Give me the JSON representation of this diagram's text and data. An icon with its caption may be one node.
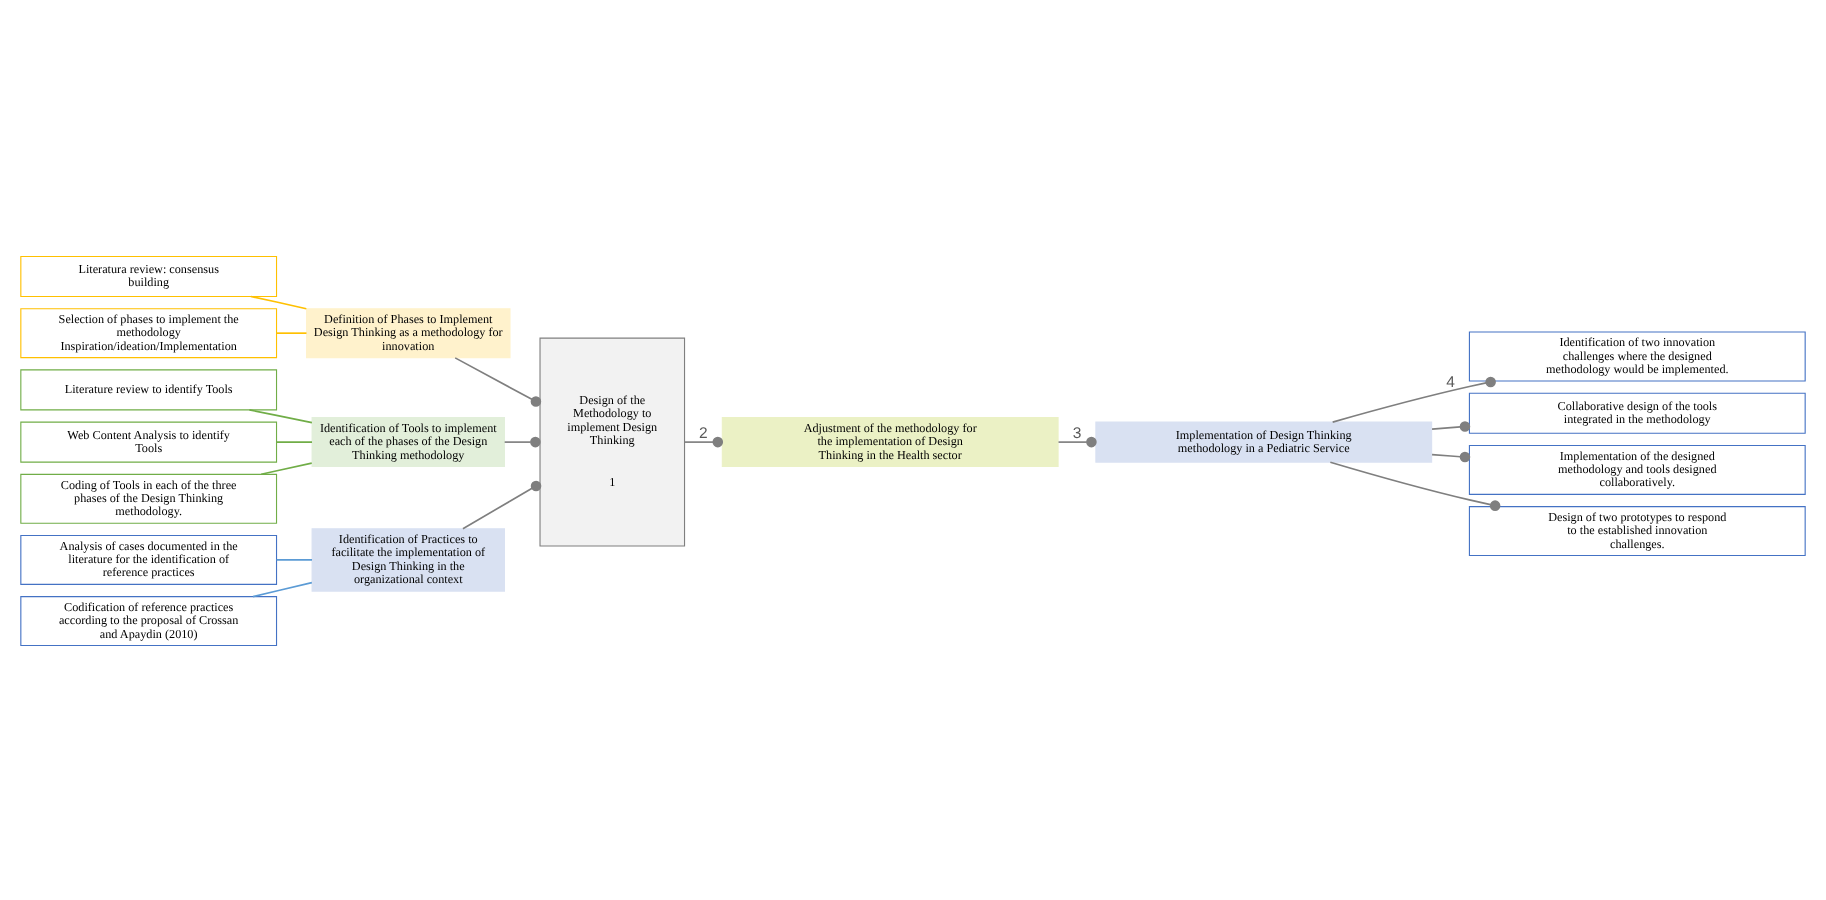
{
  "diagram": {
    "nodes": [
      {
        "text": [
          "Design of the Methodology to implement Design Thinking",
          "1"
        ]
      },
      {
        "text": [
          "Literatura review: consensus building"
        ]
      },
      {
        "text": [
          "Selection of phases to implement the methodology Inspiration/ideation/Implementation"
        ]
      },
      {
        "text": [
          "Definition of Phases to Implement Design Thinking as a methodology for innovation"
        ]
      },
      {
        "text": [
          "Literature review to identify Tools"
        ]
      },
      {
        "text": [
          "Web Content Analysis to identify Tools"
        ]
      },
      {
        "text": [
          "Coding of Tools in each of the three phases of the Design Thinking methodology."
        ]
      },
      {
        "text": [
          "Identification of Tools to implement each of the phases of the Design Thinking methodology"
        ]
      },
      {
        "text": [
          "Analysis of cases documented in the literature for the identification of reference practices"
        ]
      },
      {
        "text": [
          "Codification of reference practices according to the proposal of Crossan and Apaydin (2010)"
        ]
      },
      {
        "text": [
          "Identification of Practices to facilitate the implementation of Design Thinking in the organizational context"
        ]
      },
      {
        "text": [
          "Adjustment of the methodology for the implementation of Design Thinking in the Health sector"
        ]
      },
      {
        "text": [
          "Implementation of Design Thinking methodology in a Pediatric Service"
        ]
      },
      {
        "text": [
          "Identification of two innovation challenges where the designed methodology would be implemented."
        ]
      },
      {
        "text": [
          "Collaborative design of the tools integrated in the methodology"
        ]
      },
      {
        "text": [
          "Implementation of the designed methodology and tools designed collaboratively."
        ]
      },
      {
        "text": [
          "Design of two prototypes to respond to the established innovation challenges."
        ]
      }
    ],
    "edges": [
      {
        "from": 1,
        "to": 3,
        "arrow": "none",
        "color": "#ffc000"
      },
      {
        "from": 2,
        "to": 3,
        "arrow": "none",
        "color": "#ffc000"
      },
      {
        "from": 4,
        "to": 7,
        "arrow": "none",
        "color": "#70ad47"
      },
      {
        "from": 5,
        "to": 7,
        "arrow": "none",
        "color": "#70ad47"
      },
      {
        "from": 6,
        "to": 7,
        "arrow": "none",
        "color": "#70ad47"
      },
      {
        "from": 8,
        "to": 10,
        "arrow": "none",
        "color": "#5b9bd5"
      },
      {
        "from": 9,
        "to": 10,
        "arrow": "none",
        "color": "#5b9bd5"
      },
      {
        "from": 3,
        "to": 0,
        "arrow": "other"
      },
      {
        "from": 7,
        "to": 0,
        "arrow": "other"
      },
      {
        "from": 10,
        "to": 0,
        "arrow": "other"
      },
      {
        "from": 0,
        "to": 11,
        "arrow": "other",
        "label": "2"
      },
      {
        "from": 11,
        "to": 12,
        "arrow": "other",
        "label": "3"
      },
      {
        "from": 12,
        "to": 13,
        "arrow": "other",
        "label": "4"
      },
      {
        "from": 12,
        "to": 14,
        "arrow": "other"
      },
      {
        "from": 12,
        "to": 15,
        "arrow": "other"
      },
      {
        "from": 12,
        "to": 16,
        "arrow": "other"
      }
    ]
  }
}
